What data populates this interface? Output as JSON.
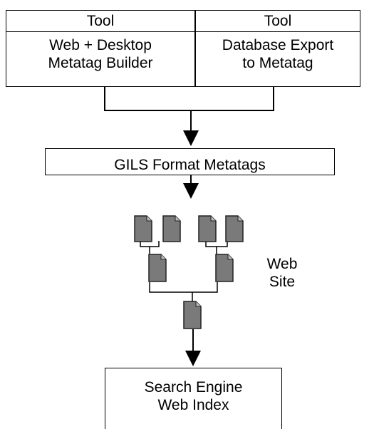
{
  "tool_left": {
    "header": "Tool",
    "line1": "Web + Desktop",
    "line2": "Metatag Builder"
  },
  "tool_right": {
    "header": "Tool",
    "line1": "Database Export",
    "line2": "to Metatag"
  },
  "gils_box": {
    "label": "GILS Format Metatags"
  },
  "web_site": {
    "line1": "Web",
    "line2": "Site"
  },
  "search_engine": {
    "line1": "Search Engine",
    "line2": "Web Index"
  },
  "colors": {
    "document_fill": "#7a7a7a",
    "document_outline": "#222222",
    "line": "#000000"
  },
  "icons": [
    "document-icon"
  ]
}
